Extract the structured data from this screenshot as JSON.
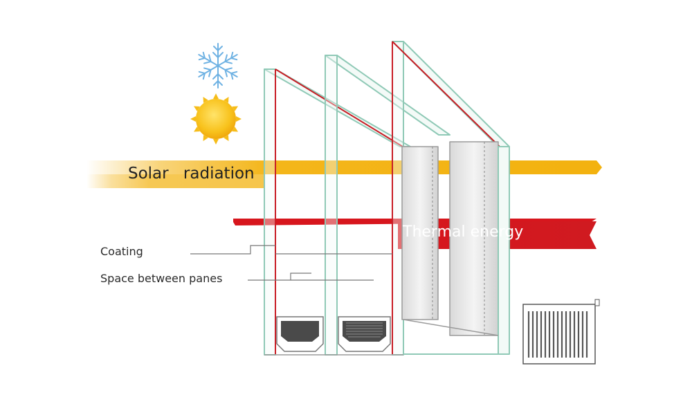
{
  "labels": {
    "solar_radiation": "Solar   radiation",
    "thermal_energy": "Thermal energy",
    "coating": "Coating",
    "space_between_panes": "Space between panes"
  },
  "icons": {
    "snowflake": "snowflake-icon",
    "sun": "sun-icon",
    "radiator": "radiator-icon"
  },
  "colors": {
    "solar_band": "#f3b20f",
    "thermal_band": "#d7161d",
    "coating_line": "#c81d25",
    "glass_edge": "#8fc9b6",
    "snowflake": "#6fb2e3",
    "sun": "#f7c21c"
  }
}
